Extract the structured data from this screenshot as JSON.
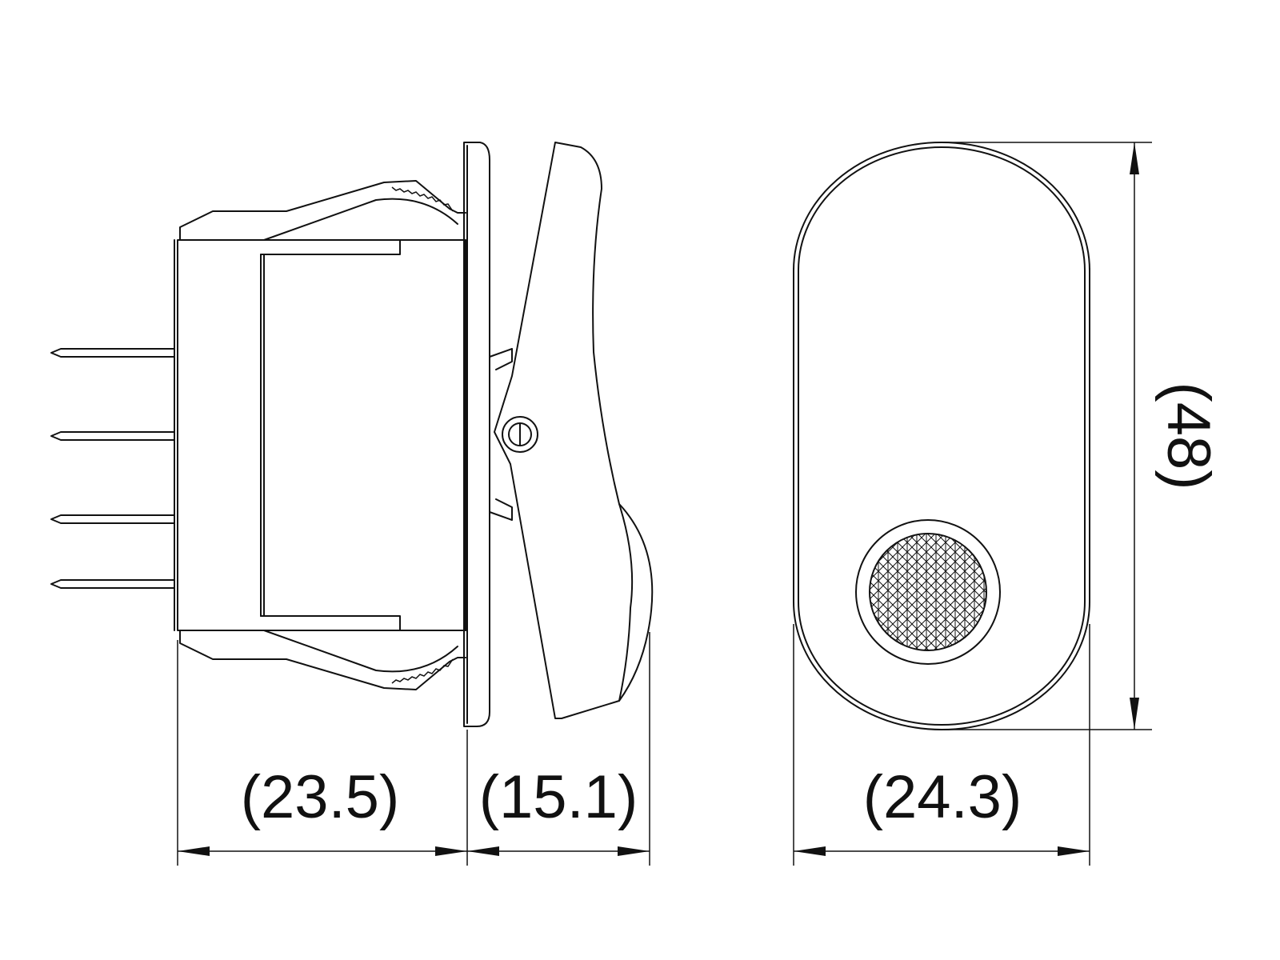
{
  "dimensions": {
    "body_depth": "(23.5)",
    "rocker_height": "(15.1)",
    "width": "(24.3)",
    "height": "(48)"
  },
  "colors": {
    "line": "#111111",
    "background": "#ffffff"
  }
}
